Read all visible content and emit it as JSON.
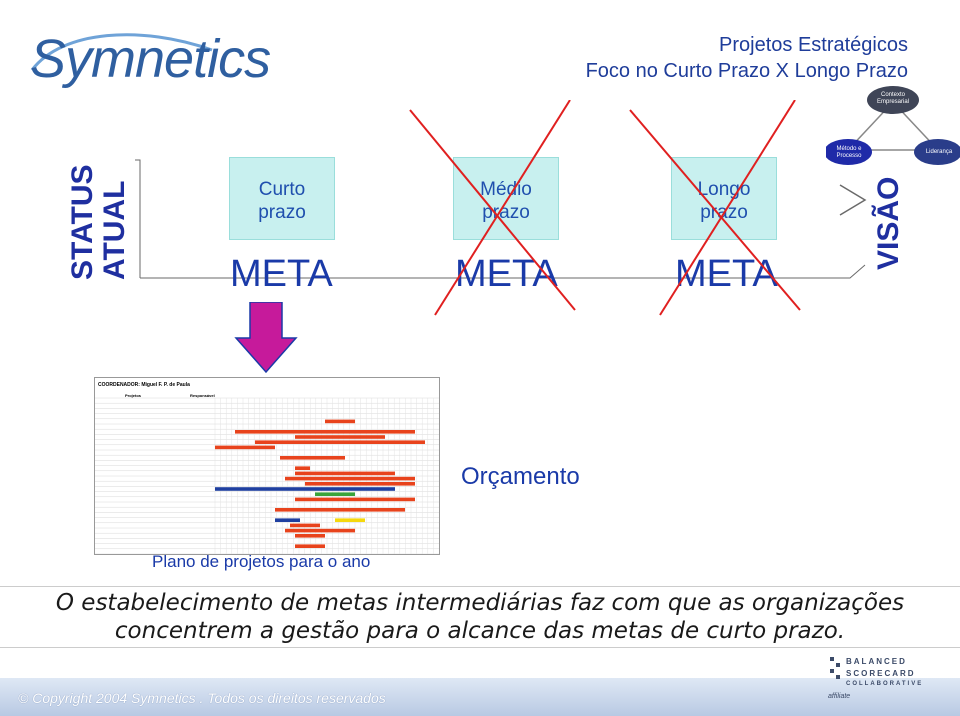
{
  "header": {
    "logo": "Symnetics",
    "title_line1": "Projetos Estratégicos",
    "title_line2": "Foco no Curto Prazo X Longo Prazo"
  },
  "status": {
    "line1": "STATUS",
    "line2": "ATUAL"
  },
  "vision": "VISÃO",
  "triangle": {
    "top": "Contexto Empresarial",
    "left": "Método e Processo",
    "right": "Liderança"
  },
  "horizons": [
    {
      "label_line1": "Curto",
      "label_line2": "prazo",
      "meta": "META",
      "crossed": false
    },
    {
      "label_line1": "Médio",
      "label_line2": "prazo",
      "meta": "META",
      "crossed": true
    },
    {
      "label_line1": "Longo",
      "label_line2": "prazo",
      "meta": "META",
      "crossed": true
    }
  ],
  "gantt": {
    "coordinator": "COORDENADOR: Miguel F. P. de Paula",
    "col_projects": "Projetos",
    "col_responsible": "Responsável"
  },
  "labels": {
    "budget": "Orçamento",
    "plan": "Plano de projetos para o ano"
  },
  "message": {
    "line1": "O estabelecimento de metas intermediárias faz com que as organizações",
    "line2": "concentrem a gestão para o alcance das metas de curto prazo."
  },
  "footer": {
    "copyright": "© Copyright 2004  Symnetics . Todos os direitos reservados",
    "partner_line1": "BALANCED",
    "partner_line2": "SCORECARD",
    "partner_line3": "COLLABORATIVE",
    "partner_tag": "affiliate"
  },
  "colors": {
    "accent_blue": "#1a3aa8",
    "box_fill": "#c8f0ef",
    "arrow_fill": "#c61a9b",
    "cross_red": "#e02020",
    "gantt_red": "#e8431c"
  }
}
